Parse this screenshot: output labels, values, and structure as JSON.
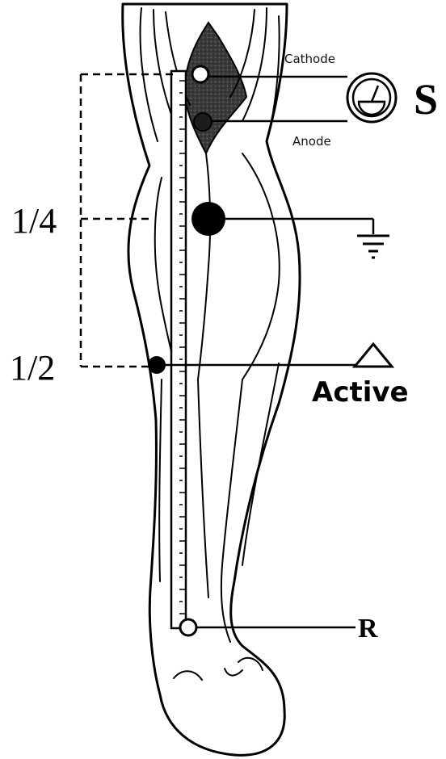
{
  "labels": {
    "cathode": "Cathode",
    "anode": "Anode",
    "stimulator": "S",
    "quarter": "1/4",
    "half": "1/2",
    "active": "Active",
    "reference": "R"
  },
  "icons": {
    "stimulator": "stimulator-dial-icon",
    "ground": "ground-icon",
    "active": "triangle-electrode-icon"
  },
  "colors": {
    "skin": "#e9e9e9",
    "popliteal": "#3a3a3a",
    "ink": "#000000"
  }
}
